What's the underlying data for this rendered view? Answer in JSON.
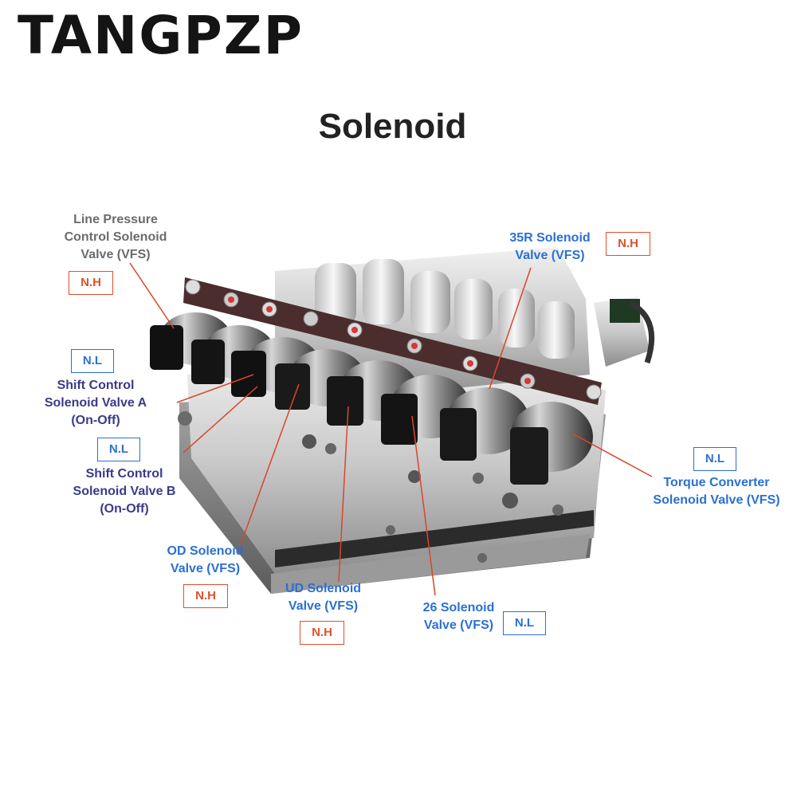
{
  "brand": {
    "logo_text": "TANGPZP"
  },
  "diagram": {
    "title": "Solenoid",
    "labels": [
      {
        "id": "line-pressure",
        "lines": [
          "Line Pressure",
          "Control Solenoid",
          "Valve (VFS)"
        ],
        "tag": "N.H"
      },
      {
        "id": "shift-a",
        "lines": [
          "Shift Control",
          "Solenoid Valve A",
          "(On-Off)"
        ],
        "tag": "N.L"
      },
      {
        "id": "shift-b",
        "lines": [
          "Shift Control",
          "Solenoid Valve B",
          "(On-Off)"
        ],
        "tag": "N.L"
      },
      {
        "id": "od",
        "lines": [
          "OD Solenoid",
          "Valve (VFS)"
        ],
        "tag": "N.H"
      },
      {
        "id": "ud",
        "lines": [
          "UD Solenoid",
          "Valve (VFS)"
        ],
        "tag": "N.H"
      },
      {
        "id": "s26",
        "lines": [
          "26 Solenoid",
          "Valve (VFS)"
        ],
        "tag": "N.L"
      },
      {
        "id": "s35r",
        "lines": [
          "35R Solenoid",
          "Valve (VFS)"
        ],
        "tag": "N.H"
      },
      {
        "id": "torque",
        "lines": [
          "Torque Converter",
          "Solenoid Valve (VFS)"
        ],
        "tag": "N.L"
      }
    ]
  },
  "colors": {
    "leader_line": "#d9462b",
    "nh_tag": "#e0502b",
    "nl_tag": "#2a70d2",
    "label_blue": "#2a70d2",
    "label_navy": "#3a3a8c",
    "label_gray": "#6b6b6b"
  }
}
